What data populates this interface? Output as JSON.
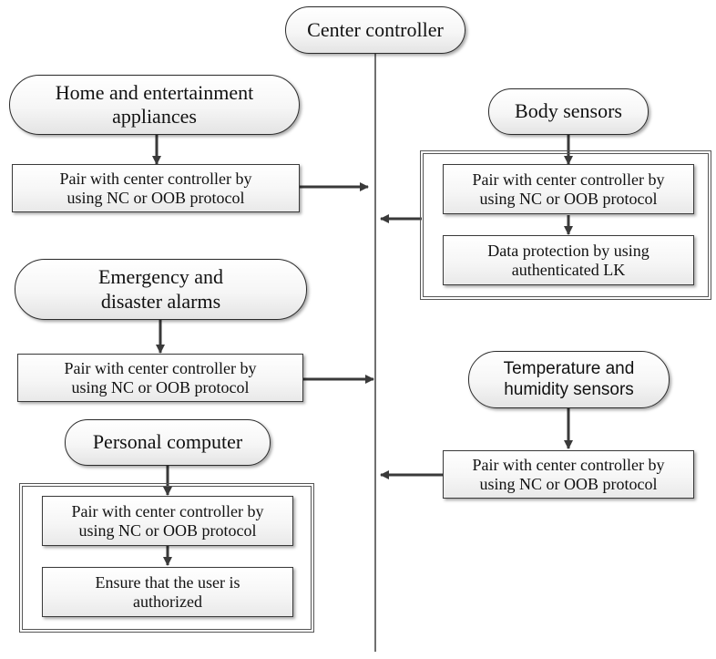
{
  "diagram": {
    "center": {
      "label": "Center controller"
    },
    "home": {
      "title": "Home and entertainment\nappliances",
      "step1": "Pair with center controller by\nusing NC or OOB protocol"
    },
    "body": {
      "title": "Body sensors",
      "step1": "Pair with center controller by\nusing NC or OOB protocol",
      "step2": "Data protection by using\nauthenticated LK"
    },
    "emergency": {
      "title": "Emergency and\ndisaster alarms",
      "step1": "Pair with center controller by\nusing NC or OOB protocol"
    },
    "temperature": {
      "title": "Temperature and\nhumidity sensors",
      "step1": "Pair with center controller by\nusing NC or OOB protocol"
    },
    "pc": {
      "title": "Personal computer",
      "step1": "Pair with center controller by\nusing NC or OOB protocol",
      "step2": "Ensure that the user is\nauthorized"
    }
  }
}
